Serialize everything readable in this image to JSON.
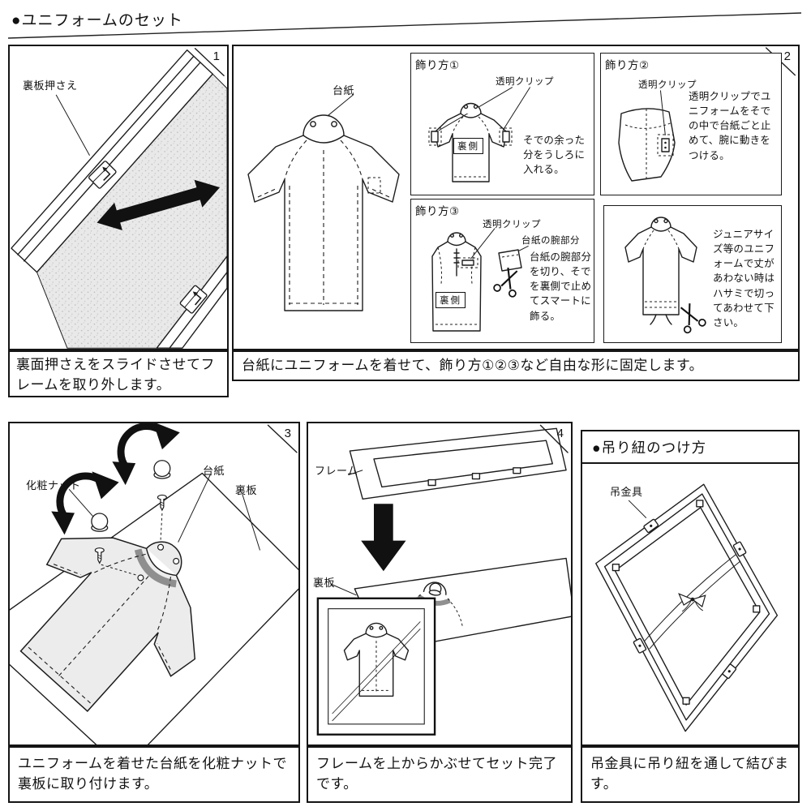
{
  "page": {
    "title": "●ユニフォームのセット"
  },
  "panels": {
    "p1": {
      "number": "1",
      "labels": {
        "back_holder": "裏板押さえ"
      },
      "caption": "裏面押さえをスライドさせてフレームを取り外します。"
    },
    "p2": {
      "number": "2",
      "labels": {
        "daishi": "台紙"
      },
      "kazari1": {
        "title": "飾り方①",
        "clip": "透明クリップ",
        "uraside": "裏側",
        "text": "そでの余った分をうしろに入れる。"
      },
      "kazari2": {
        "title": "飾り方②",
        "clip": "透明クリップ",
        "text": "透明クリップでユニフォームをそでの中で台紙ごと止めて、腕に動きをつける。"
      },
      "kazari3": {
        "title": "飾り方③",
        "clip": "透明クリップ",
        "arm": "台紙の腕部分",
        "uraside": "裏側",
        "text": "台紙の腕部分を切り、そでを裏側で止めてスマートに飾る。"
      },
      "junior": {
        "text": "ジュニアサイズ等のユニフォームで丈があわない時はハサミで切ってあわせて下さい。"
      },
      "caption": "台紙にユニフォームを着せて、飾り方①②③など自由な形に固定します。"
    },
    "p3": {
      "number": "3",
      "labels": {
        "nut": "化粧ナット",
        "daishi": "台紙",
        "board": "裏板"
      },
      "caption": "ユニフォームを着せた台紙を化粧ナットで裏板に取り付けます。"
    },
    "p4": {
      "number": "4",
      "labels": {
        "frame": "フレーム",
        "board": "裏板"
      },
      "caption": "フレームを上からかぶせてセット完了です。"
    },
    "p5": {
      "title": "●吊り紐のつけ方",
      "labels": {
        "hook": "吊金具"
      },
      "caption": "吊金具に吊り紐を通して結びます。"
    }
  }
}
